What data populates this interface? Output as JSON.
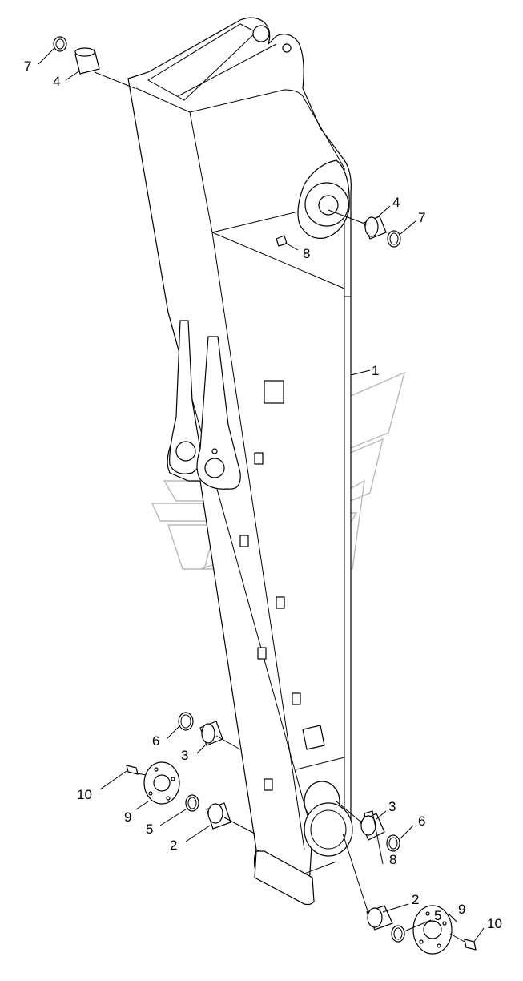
{
  "callouts": {
    "c1": "1",
    "c2a": "2",
    "c2b": "2",
    "c3a": "3",
    "c3b": "3",
    "c4a": "4",
    "c4b": "4",
    "c5a": "5",
    "c5b": "5",
    "c6a": "6",
    "c6b": "6",
    "c7a": "7",
    "c7b": "7",
    "c8a": "8",
    "c8b": "8",
    "c9a": "9",
    "c9b": "9",
    "c10a": "10",
    "c10b": "10"
  },
  "colors": {
    "line": "#000000",
    "watermark": "#b9b9b9",
    "background": "#ffffff"
  }
}
